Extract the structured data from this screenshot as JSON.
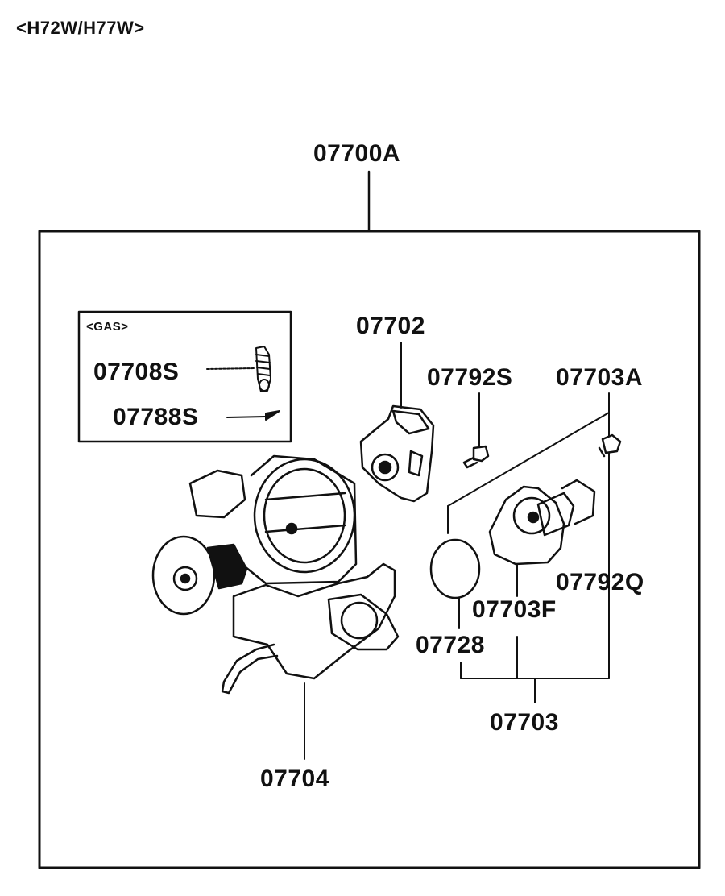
{
  "model_label": "<H72W/H77W>",
  "assembly": {
    "part_no": "07700A"
  },
  "inset": {
    "title": "<GAS>",
    "parts": [
      "07708S",
      "07788S"
    ]
  },
  "parts": {
    "tps": "07702",
    "screw_tps": "07792S",
    "screw_isc": "07703A",
    "isc_washer": "07792Q",
    "isc_valve": "07703F",
    "o_ring": "07728",
    "isc_assembly": "07703",
    "throttle_body": "07704"
  },
  "icons": {
    "throttle_body": "throttle-body-icon",
    "tps": "throttle-position-sensor-icon",
    "isc": "idle-speed-control-valve-icon",
    "o_ring": "o-ring-icon",
    "screw": "screw-icon",
    "spring": "spring-icon",
    "clip": "clip-icon"
  }
}
